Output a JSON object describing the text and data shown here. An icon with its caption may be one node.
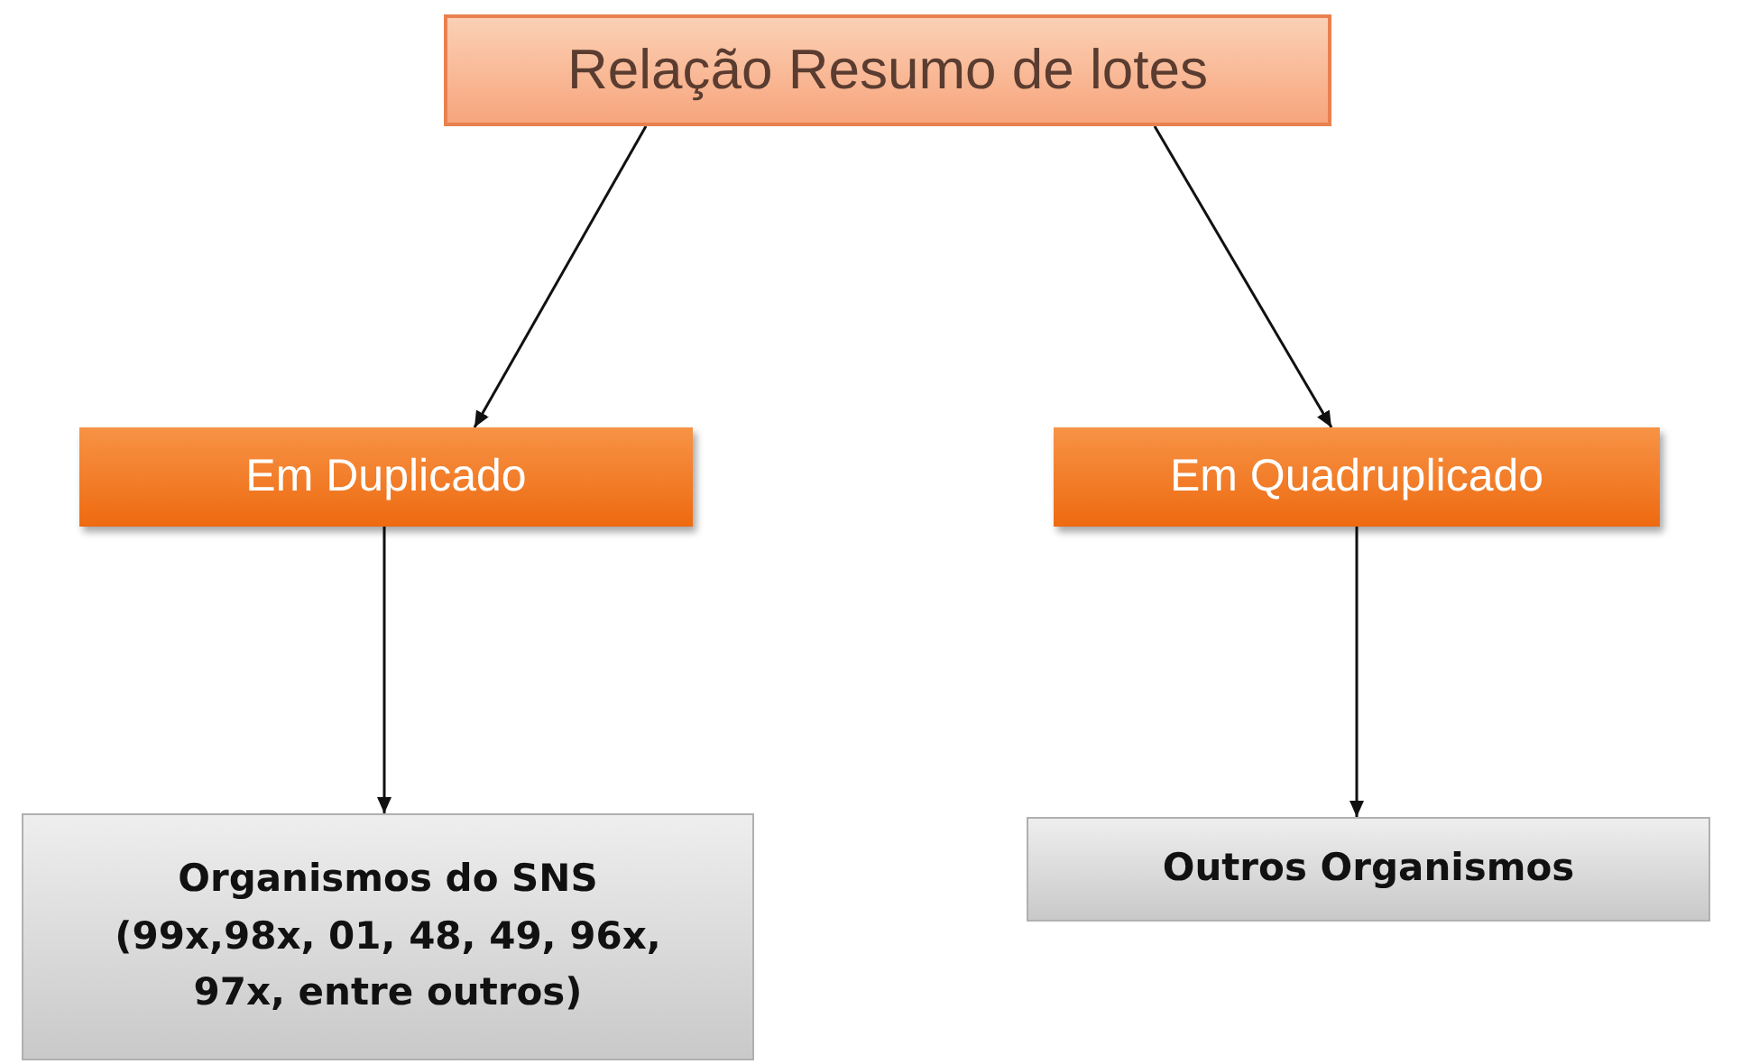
{
  "diagram": {
    "nodes": [
      {
        "text": [
          "Relação Resumo de lotes"
        ]
      },
      {
        "text": [
          "Em Duplicado"
        ]
      },
      {
        "text": [
          "Em Quadruplicado"
        ]
      },
      {
        "text": [
          "Organismos do SNS (99x,98x, 01, 48, 49, 96x, 97x, entre outros)"
        ]
      },
      {
        "text": [
          "Outros Organismos"
        ]
      }
    ],
    "edges": [
      {
        "from": 0,
        "to": 1,
        "arrow": "to"
      },
      {
        "from": 0,
        "to": 2,
        "arrow": "to"
      },
      {
        "from": 1,
        "to": 3,
        "arrow": "to"
      },
      {
        "from": 2,
        "to": 4,
        "arrow": "to"
      }
    ]
  }
}
